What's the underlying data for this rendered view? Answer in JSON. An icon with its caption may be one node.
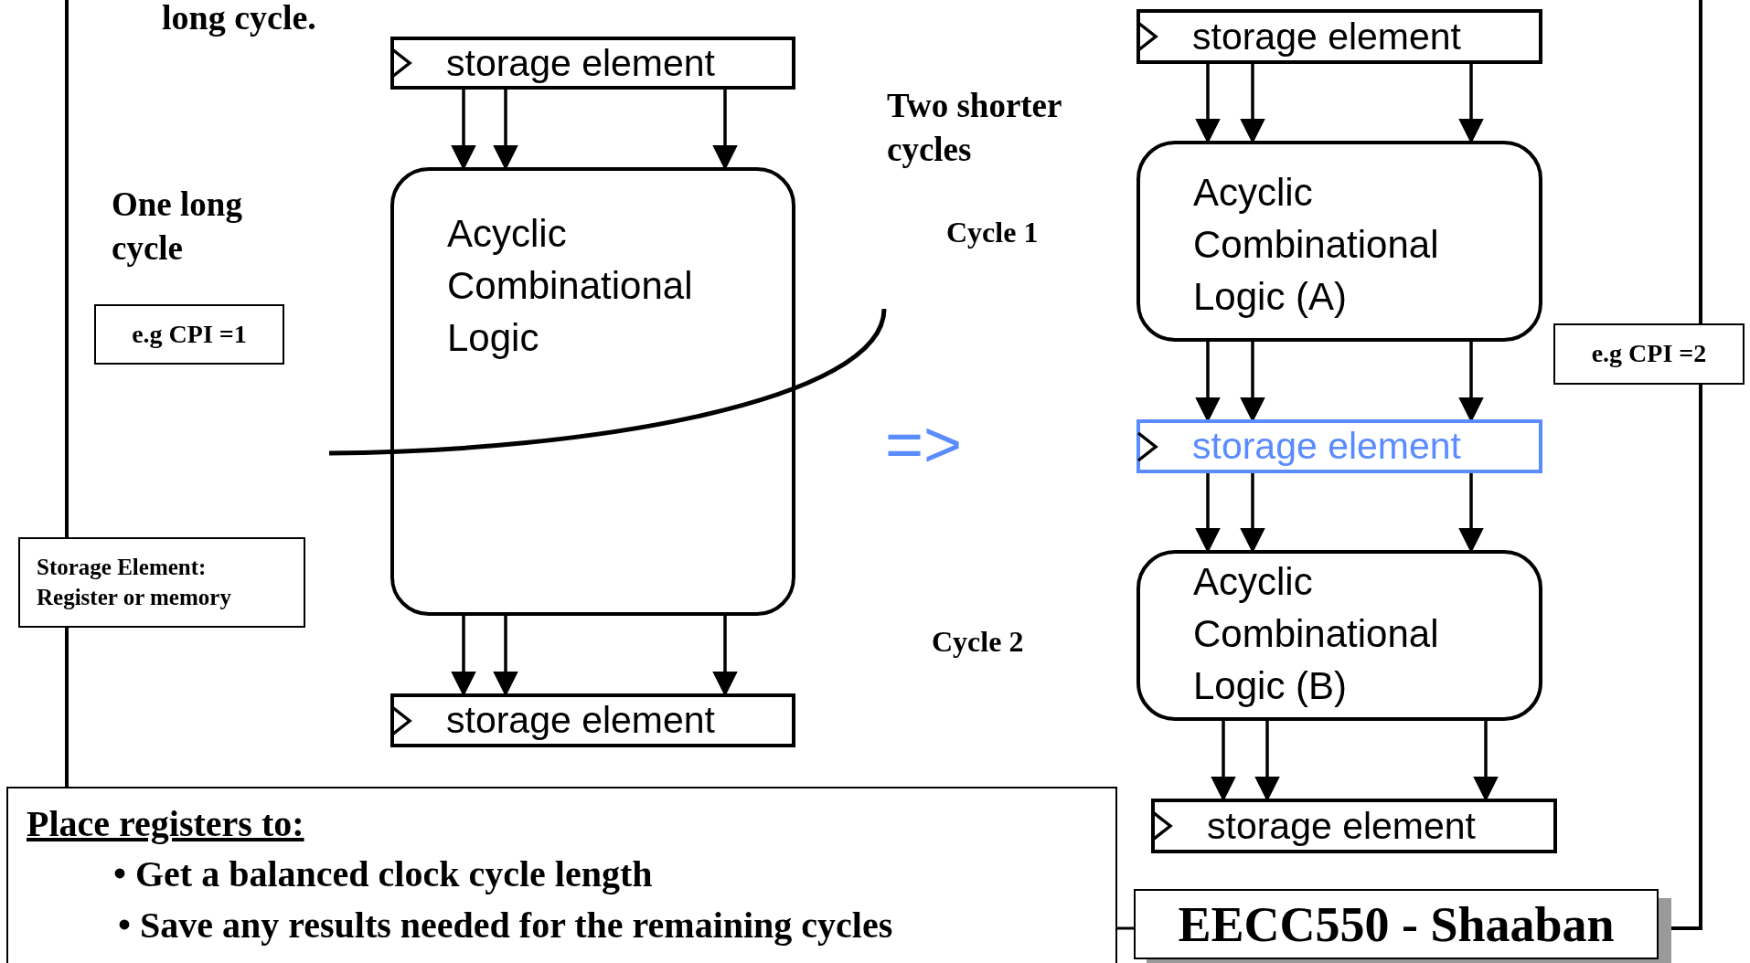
{
  "diagram": {
    "nodes": [
      {
        "text": [
          "storage element"
        ]
      },
      {
        "text": [
          "Acyclic Combinational Logic"
        ]
      },
      {
        "text": [
          "storage element"
        ]
      },
      {
        "text": [
          "storage element"
        ]
      },
      {
        "text": [
          "Acyclic Combinational Logic (A)"
        ]
      },
      {
        "text": [
          "storage element"
        ]
      },
      {
        "text": [
          "Acyclic Combinational Logic (B)"
        ]
      },
      {
        "text": [
          "storage element"
        ]
      },
      {
        "text": [
          "e.g CPI =1"
        ]
      },
      {
        "text": [
          "Storage Element: Register or memory"
        ]
      },
      {
        "text": [
          "e.g CPI =2"
        ]
      },
      {
        "text": [
          "Place registers to:",
          "• Get a balanced clock cycle length",
          "• Save any results needed for the remaining cycles"
        ]
      },
      {
        "text": [
          "EECC550 - Shaaban"
        ]
      }
    ],
    "edges": [
      {
        "from": 0,
        "to": 1,
        "arrow": "to"
      },
      {
        "from": 0,
        "to": 1,
        "arrow": "to"
      },
      {
        "from": 0,
        "to": 1,
        "arrow": "to"
      },
      {
        "from": 1,
        "to": 2,
        "arrow": "to"
      },
      {
        "from": 1,
        "to": 2,
        "arrow": "to"
      },
      {
        "from": 1,
        "to": 2,
        "arrow": "to"
      },
      {
        "from": 3,
        "to": 4,
        "arrow": "to"
      },
      {
        "from": 3,
        "to": 4,
        "arrow": "to"
      },
      {
        "from": 3,
        "to": 4,
        "arrow": "to"
      },
      {
        "from": 4,
        "to": 5,
        "arrow": "to"
      },
      {
        "from": 4,
        "to": 5,
        "arrow": "to"
      },
      {
        "from": 4,
        "to": 5,
        "arrow": "to"
      },
      {
        "from": 5,
        "to": 6,
        "arrow": "to"
      },
      {
        "from": 5,
        "to": 6,
        "arrow": "to"
      },
      {
        "from": 5,
        "to": 6,
        "arrow": "to"
      },
      {
        "from": 6,
        "to": 7,
        "arrow": "to"
      },
      {
        "from": 6,
        "to": 7,
        "arrow": "to"
      },
      {
        "from": 6,
        "to": 7,
        "arrow": "to"
      }
    ],
    "labels": [
      "long cycle.",
      "Two shorter cycles",
      "One long cycle",
      "Cycle 1",
      "=>",
      "Cycle 2"
    ]
  }
}
